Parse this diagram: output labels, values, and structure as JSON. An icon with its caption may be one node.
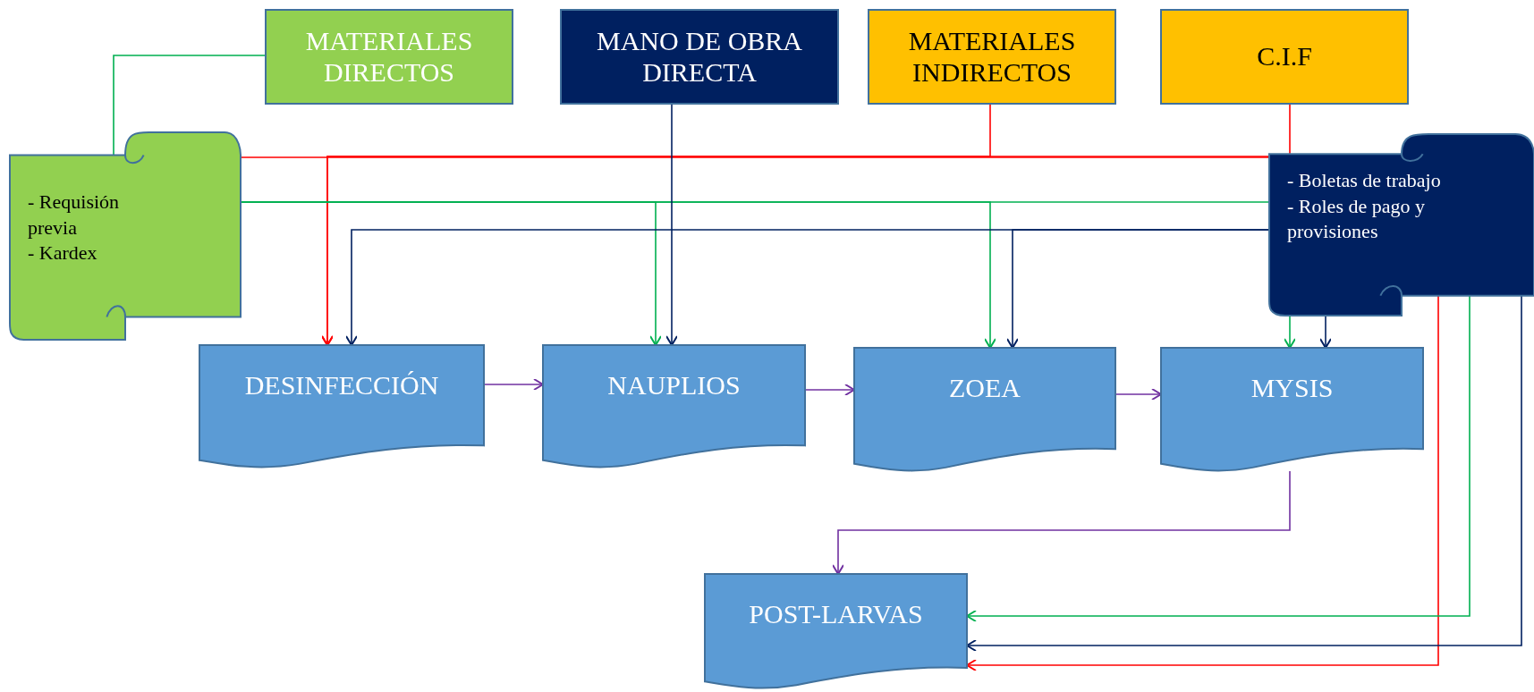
{
  "diagram": {
    "nodes": [
      {
        "text": [
          "MATERIALES DIRECTOS"
        ]
      },
      {
        "text": [
          "MANO DE OBRA DIRECTA"
        ]
      },
      {
        "text": [
          "MATERIALES INDIRECTOS"
        ]
      },
      {
        "text": [
          "C.I.F"
        ]
      },
      {
        "text": [
          "- Requisión previa",
          "- Kardex"
        ]
      },
      {
        "text": [
          "- Boletas de trabajo",
          "- Roles de pago y provisiones"
        ]
      },
      {
        "text": [
          "DESINFECCIÓN"
        ]
      },
      {
        "text": [
          "NAUPLIOS"
        ]
      },
      {
        "text": [
          "ZOEA"
        ]
      },
      {
        "text": [
          "MYSIS"
        ]
      },
      {
        "text": [
          "POST-LARVAS"
        ]
      }
    ],
    "edges": [
      {
        "from": 0,
        "to": 4,
        "arrow": "none",
        "color": "#00b050"
      },
      {
        "from": 2,
        "to": 6,
        "arrow": "to",
        "color": "#ff0000"
      },
      {
        "from": 3,
        "to": 6,
        "arrow": "to",
        "color": "#ff0000"
      },
      {
        "from": 4,
        "to": 5,
        "arrow": "none",
        "color": "#ff0000"
      },
      {
        "from": 5,
        "to": 10,
        "arrow": "to",
        "color": "#ff0000"
      },
      {
        "from": 4,
        "to": 7,
        "arrow": "to",
        "color": "#00b050"
      },
      {
        "from": 4,
        "to": 8,
        "arrow": "to",
        "color": "#00b050"
      },
      {
        "from": 4,
        "to": 5,
        "arrow": "none",
        "color": "#00b050"
      },
      {
        "from": 5,
        "to": 9,
        "arrow": "to",
        "color": "#00b050"
      },
      {
        "from": 5,
        "to": 10,
        "arrow": "to",
        "color": "#00b050"
      },
      {
        "from": 1,
        "to": 7,
        "arrow": "to",
        "color": "#002060"
      },
      {
        "from": 5,
        "to": 6,
        "arrow": "to",
        "color": "#002060"
      },
      {
        "from": 5,
        "to": 8,
        "arrow": "to",
        "color": "#002060"
      },
      {
        "from": 5,
        "to": 9,
        "arrow": "to",
        "color": "#002060"
      },
      {
        "from": 5,
        "to": 10,
        "arrow": "to",
        "color": "#002060"
      },
      {
        "from": 6,
        "to": 7,
        "arrow": "to",
        "color": "#7030a0"
      },
      {
        "from": 7,
        "to": 8,
        "arrow": "to",
        "color": "#7030a0"
      },
      {
        "from": 8,
        "to": 9,
        "arrow": "to",
        "color": "#7030a0"
      },
      {
        "from": 9,
        "to": 10,
        "arrow": "to",
        "color": "#7030a0"
      }
    ]
  }
}
